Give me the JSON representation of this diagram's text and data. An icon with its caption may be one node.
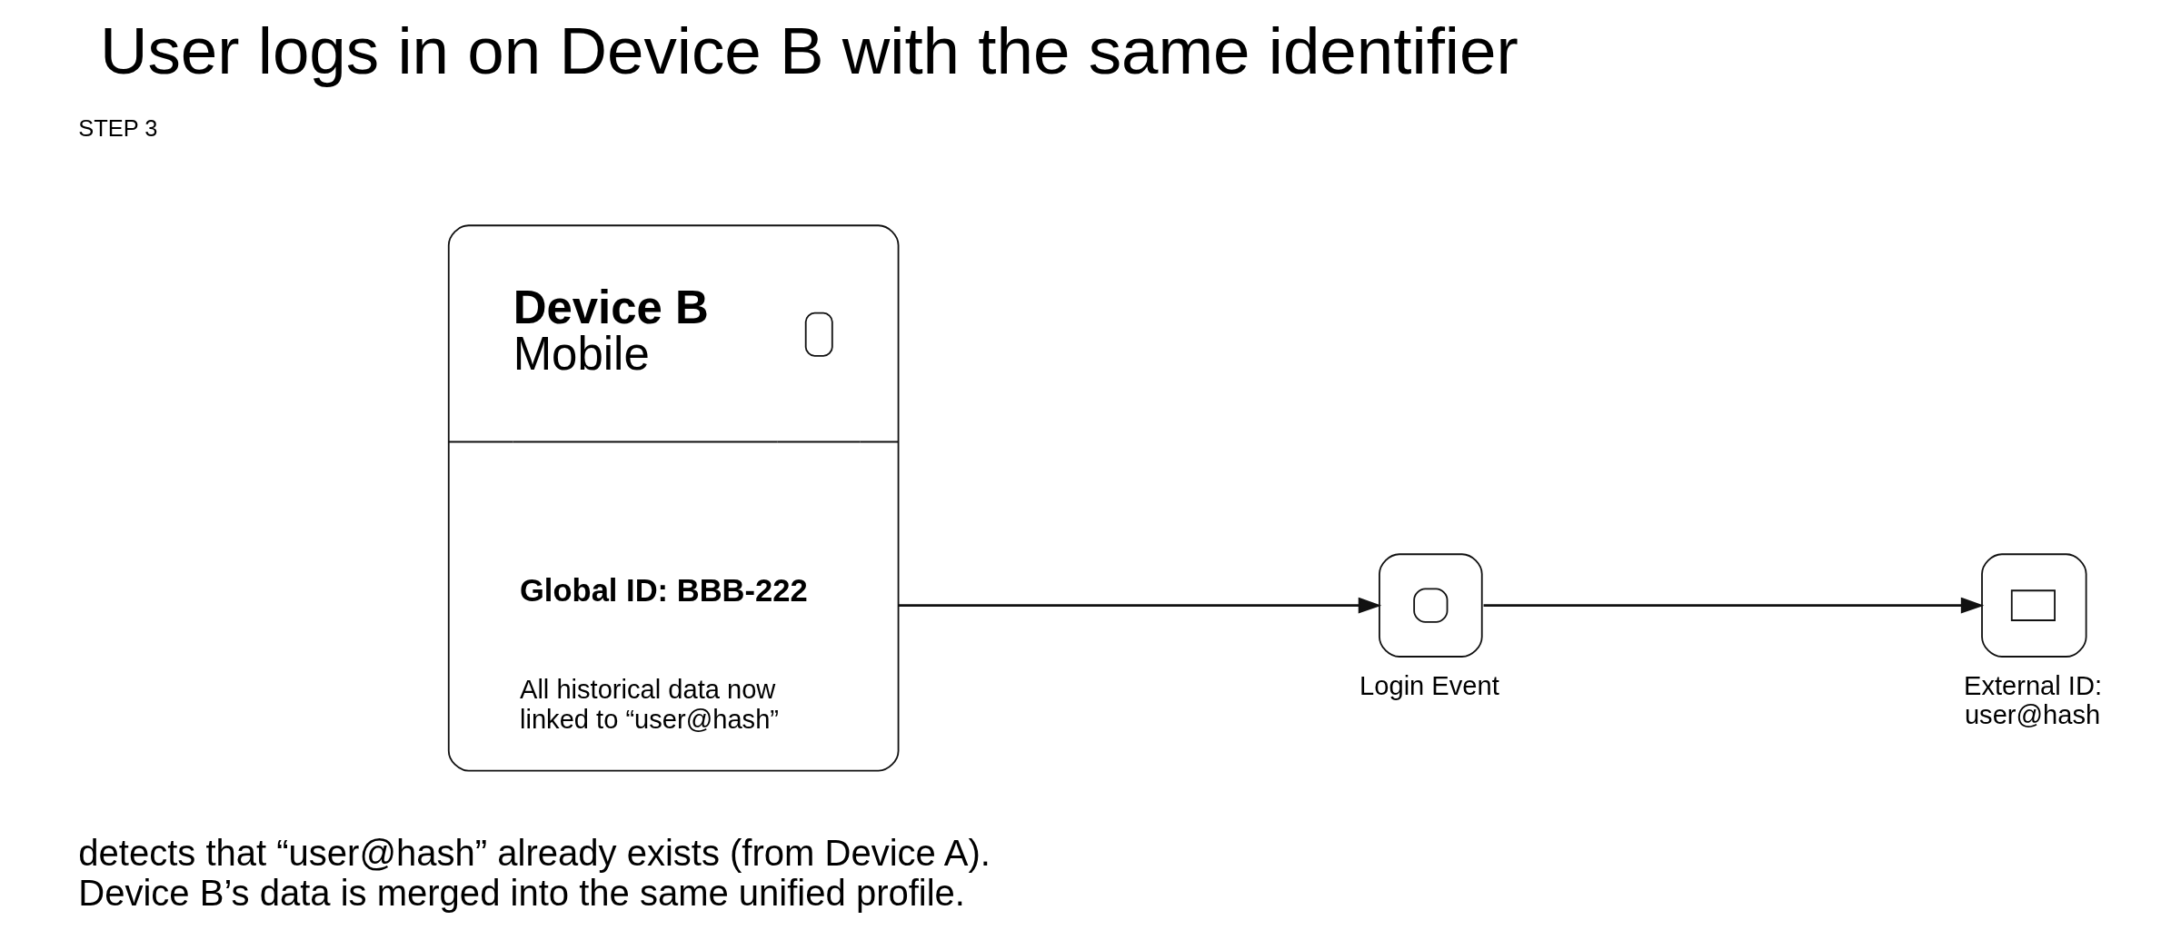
{
  "diagram": {
    "title": "User logs in on Device B with the same identifier",
    "caption": "detects that “user@hash” already exists (from Device A). Device B’s data is merged into the same unified profile.",
    "nodes": [
      {
        "text": [
          "Device B",
          "Mobile",
          "Global ID: BBB-222",
          "All historical data now linked to “user@hash”"
        ]
      },
      {
        "text": [],
        "shape": "box",
        "beside": [
          "Login Event"
        ]
      },
      {
        "text": [],
        "shape": "box",
        "beside": [
          "External ID: user@hash"
        ]
      }
    ],
    "edges": [
      {
        "from": 0,
        "to": 1,
        "arrow": "to"
      },
      {
        "from": 1,
        "to": 2,
        "arrow": "to"
      }
    ],
    "labels": [
      "STEP 3"
    ]
  }
}
